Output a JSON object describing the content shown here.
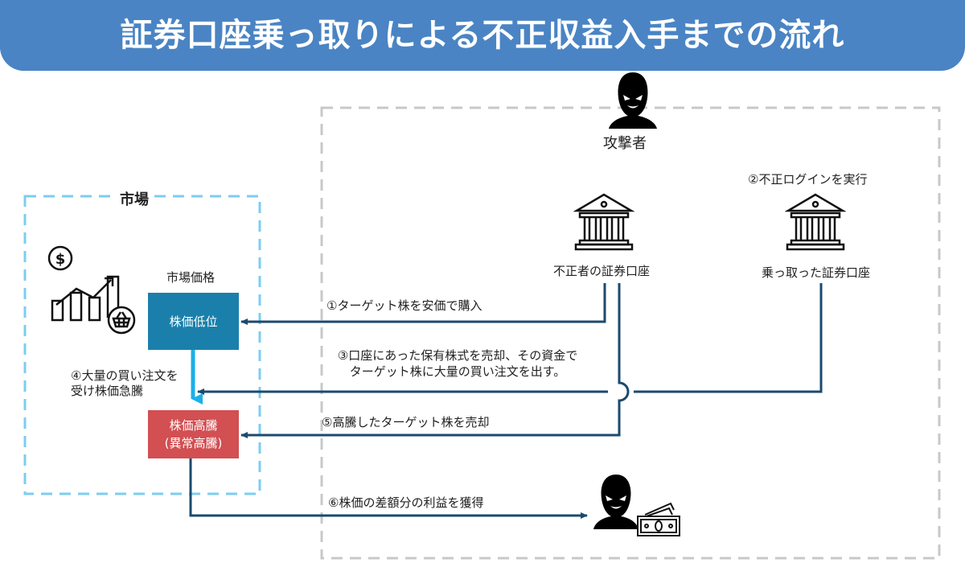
{
  "title": "証券口座乗っ取りによる不正収益入手までの流れ",
  "colors": {
    "title_bg": "#4a84c4",
    "arrow": "#1b4a6e",
    "market_border": "#7dcdf0",
    "attacker_border": "#c8c8c8",
    "low_price_box": "#1a80ab",
    "high_price_box": "#d24f52",
    "surge_arrow": "#1ab0e8"
  },
  "market": {
    "title": "市場",
    "price_label": "市場価格",
    "icon": "stock-chart-basket-icon",
    "low_price_box": "株価低位",
    "high_price_box_line1": "株価高騰",
    "high_price_box_line2": "(異常高騰)",
    "step4_line1": "④大量の買い注文を",
    "step4_line2": "受け株価急騰"
  },
  "attacker": {
    "label": "攻撃者",
    "icon": "masked-attacker-icon",
    "fraud_account_label": "不正者の証券口座",
    "hijacked_account_label": "乗っ取った証券口座",
    "account_icon": "bank-building-icon",
    "step2": "②不正ログインを実行",
    "profit_icon": "attacker-with-money-icon"
  },
  "steps": {
    "step1": "①ターゲット株を安価で購入",
    "step3_line1": "③口座にあった保有株式を売却、その資金で",
    "step3_line2": "ターゲット株に大量の買い注文を出す。",
    "step5": "⑤高騰したターゲット株を売却",
    "step6": "⑥株価の差額分の利益を獲得"
  }
}
